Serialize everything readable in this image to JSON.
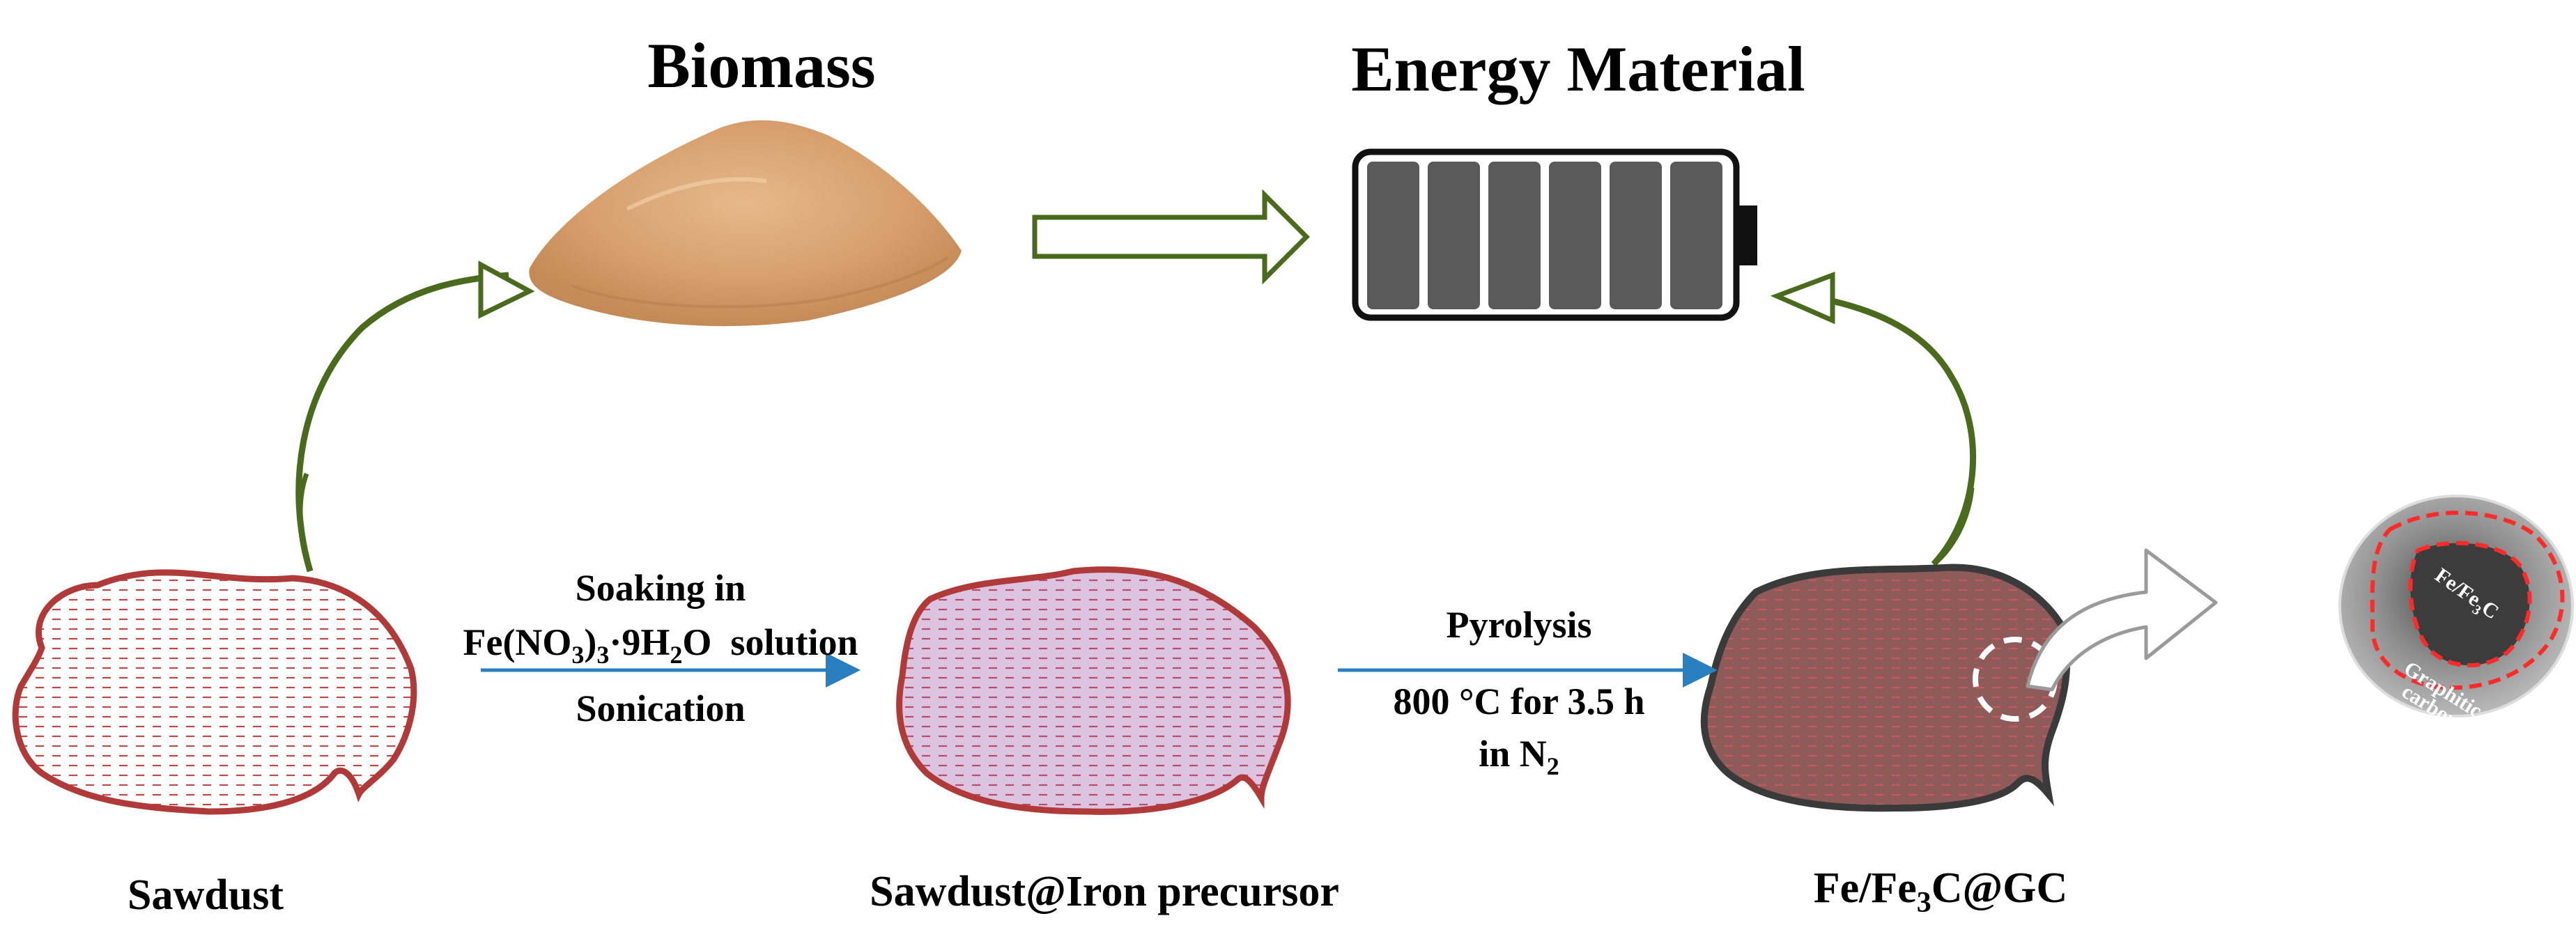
{
  "headings": {
    "biomass": "Biomass",
    "energy_material": "Energy Material"
  },
  "stages": {
    "sawdust": "Sawdust",
    "precursor": "Sawdust@Iron precursor",
    "product": {
      "pre": "Fe/Fe",
      "sub": "3",
      "post": "C@GC"
    }
  },
  "step1": {
    "line1": "Soaking in",
    "line2": {
      "a": "Fe(NO",
      "s1": "3",
      "b": ")",
      "s2": "3",
      "c": "·9H",
      "s3": "2",
      "d": "O  solution"
    },
    "line3": "Sonication"
  },
  "step2": {
    "line1": "Pyrolysis",
    "line2": "800 °C for 3.5 h",
    "line3": {
      "pre": "in N",
      "sub": "2"
    }
  },
  "tem_inset": {
    "core": {
      "pre": "Fe/Fe",
      "sub": "3",
      "post": "C"
    },
    "shell_line1": "Graphitic",
    "shell_line2": "carbon"
  },
  "colors": {
    "outline_red": "#b03a3a",
    "arrow_green": "#4a6b1e",
    "process_arrow_blue": "#2a7fc0",
    "battery_cell": "#5a5a5a",
    "product_fill": "#8e5a5a",
    "precursor_fill": "#dcc3e0"
  },
  "battery": {
    "cells": 6
  }
}
